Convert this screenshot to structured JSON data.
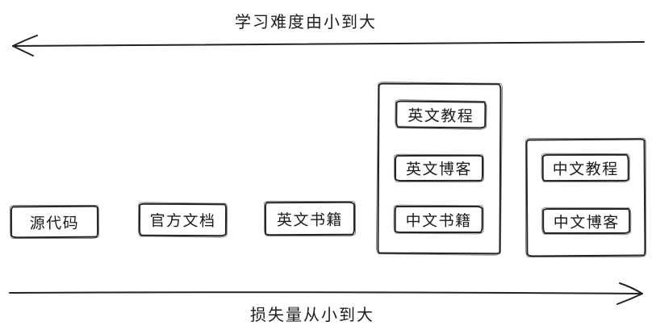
{
  "diagram": {
    "axes": {
      "top": {
        "label": "学习难度由小到大",
        "direction": "left"
      },
      "bottom": {
        "label": "损失量从小到大",
        "direction": "right"
      }
    },
    "standalone_boxes": [
      {
        "label": "源代码"
      },
      {
        "label": "官方文档"
      },
      {
        "label": "英文书籍"
      }
    ],
    "groups": [
      {
        "items": [
          {
            "label": "英文教程"
          },
          {
            "label": "英文博客"
          },
          {
            "label": "中文书籍"
          }
        ]
      },
      {
        "items": [
          {
            "label": "中文教程"
          },
          {
            "label": "中文博客"
          }
        ]
      }
    ],
    "colors": {
      "stroke": "#222222",
      "text": "#1b1b1b",
      "background": "#ffffff"
    }
  }
}
